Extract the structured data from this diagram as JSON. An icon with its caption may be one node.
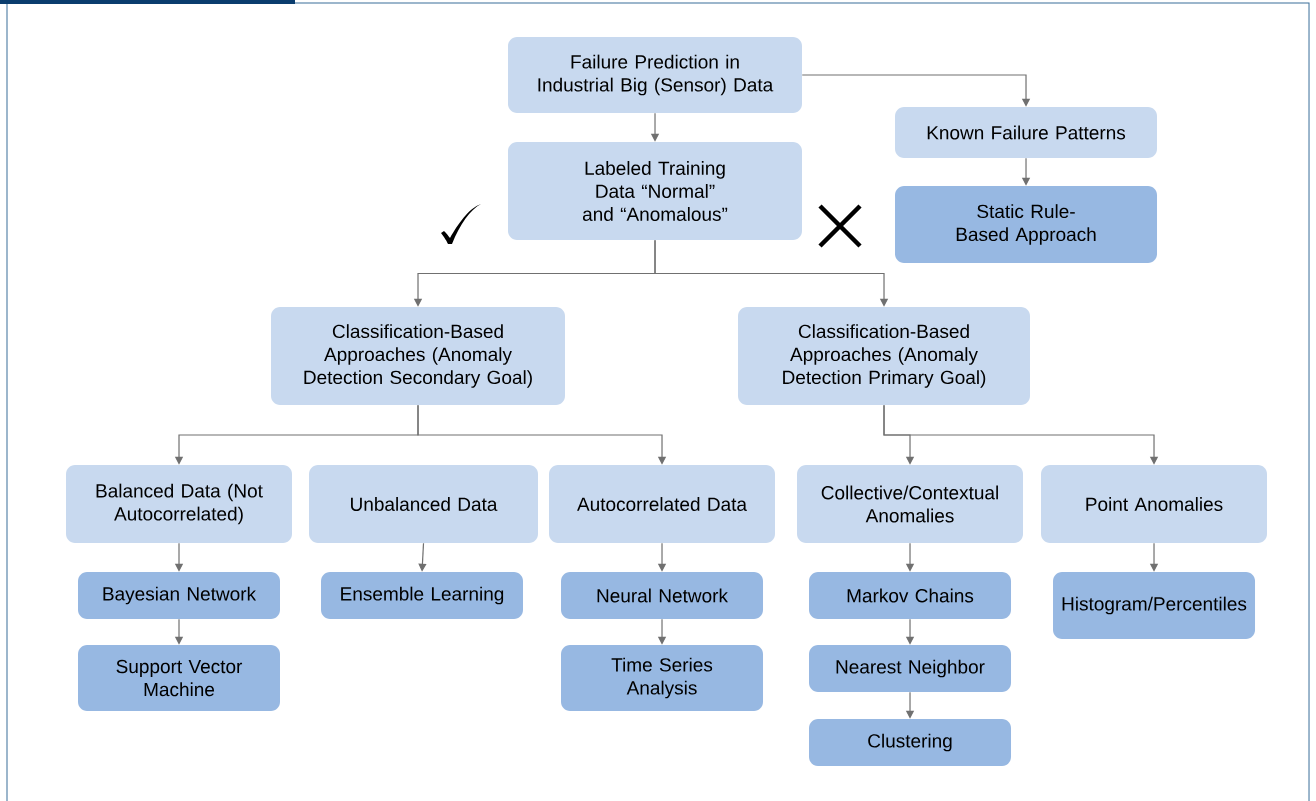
{
  "diagram": {
    "nodes": [
      {
        "text": [
          "Failure Prediction in Industrial Big (Sensor) Data"
        ]
      },
      {
        "text": [
          "Known Failure Patterns"
        ]
      },
      {
        "text": [
          "Static Rule-Based Approach"
        ]
      },
      {
        "text": [
          "Labeled Training Data “Normal” and “Anomalous”"
        ]
      },
      {
        "text": [
          "Classification-Based Approaches (Anomaly Detection Secondary Goal)"
        ]
      },
      {
        "text": [
          "Classification-Based Approaches (Anomaly Detection Primary Goal)"
        ]
      },
      {
        "text": [
          "Balanced Data (Not Autocorrelated)"
        ]
      },
      {
        "text": [
          "Unbalanced Data"
        ]
      },
      {
        "text": [
          "Autocorrelated Data"
        ]
      },
      {
        "text": [
          "Collective/Contextual Anomalies"
        ]
      },
      {
        "text": [
          "Point Anomalies"
        ]
      },
      {
        "text": [
          "Bayesian Network"
        ]
      },
      {
        "text": [
          "Support Vector Machine"
        ]
      },
      {
        "text": [
          "Ensemble Learning"
        ]
      },
      {
        "text": [
          "Neural Network"
        ]
      },
      {
        "text": [
          "Time Series Analysis"
        ]
      },
      {
        "text": [
          "Markov Chains"
        ]
      },
      {
        "text": [
          "Nearest Neighbor"
        ]
      },
      {
        "text": [
          "Clustering"
        ]
      },
      {
        "text": [
          "Histogram/Percentiles"
        ]
      }
    ],
    "edges": [
      {
        "from": 0,
        "to": 3,
        "arrow": "to"
      },
      {
        "from": 0,
        "to": 1,
        "arrow": "to"
      },
      {
        "from": 1,
        "to": 2,
        "arrow": "to"
      },
      {
        "from": 3,
        "to": 4,
        "arrow": "to"
      },
      {
        "from": 3,
        "to": 5,
        "arrow": "to"
      },
      {
        "from": 4,
        "to": 6,
        "arrow": "to"
      },
      {
        "from": 4,
        "to": 8,
        "arrow": "to"
      },
      {
        "from": 5,
        "to": 9,
        "arrow": "to"
      },
      {
        "from": 5,
        "to": 10,
        "arrow": "to"
      },
      {
        "from": 6,
        "to": 11,
        "arrow": "to"
      },
      {
        "from": 11,
        "to": 12,
        "arrow": "to"
      },
      {
        "from": 7,
        "to": 13,
        "arrow": "to"
      },
      {
        "from": 8,
        "to": 14,
        "arrow": "to"
      },
      {
        "from": 14,
        "to": 15,
        "arrow": "to"
      },
      {
        "from": 9,
        "to": 16,
        "arrow": "to"
      },
      {
        "from": 16,
        "to": 17,
        "arrow": "to"
      },
      {
        "from": 17,
        "to": 18,
        "arrow": "to"
      },
      {
        "from": 10,
        "to": 19,
        "arrow": "to"
      }
    ]
  }
}
